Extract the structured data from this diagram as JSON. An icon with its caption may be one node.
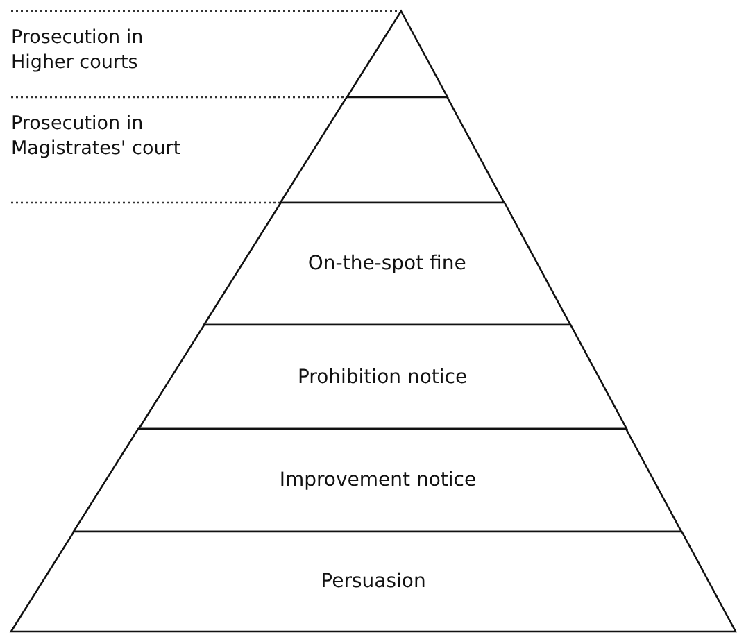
{
  "diagram": {
    "nodes": [
      {
        "text": [],
        "shape": "triangle"
      },
      {
        "text": [],
        "shape": "trapezoid"
      },
      {
        "text": [
          "On-the-spot fine"
        ]
      },
      {
        "text": [
          "Prohibition notice"
        ]
      },
      {
        "text": [
          "Improvement notice"
        ]
      },
      {
        "text": [
          "Persuasion"
        ]
      }
    ],
    "labels": [
      "Prosecution in Higher courts",
      "Prosecution in Magistrates' court"
    ]
  }
}
